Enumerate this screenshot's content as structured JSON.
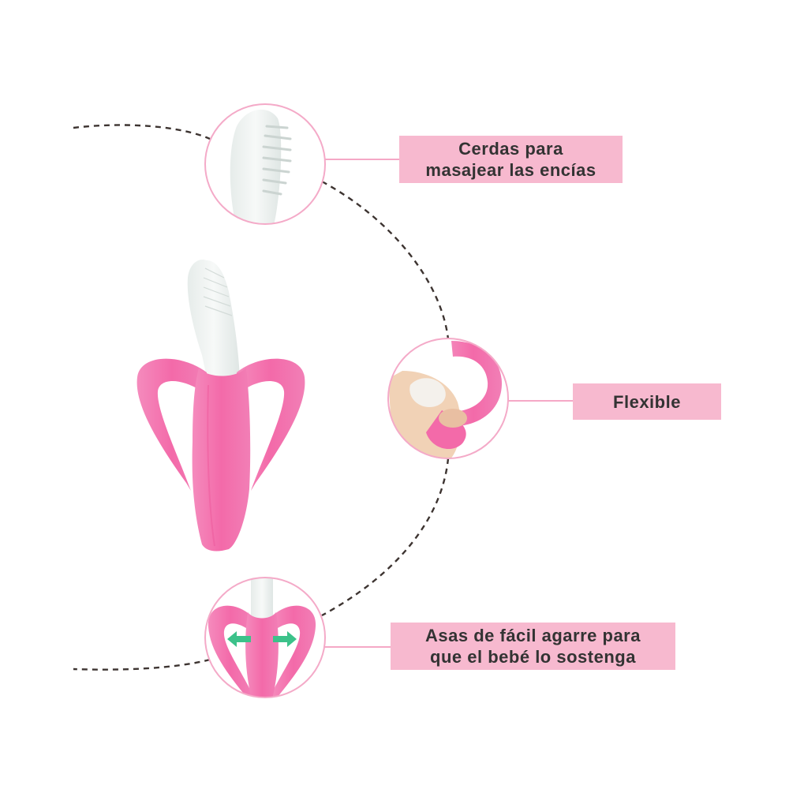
{
  "features": {
    "bristles": {
      "line1": "Cerdas para",
      "line2": "masajear las encías"
    },
    "flexible": {
      "line1": "Flexible"
    },
    "handles": {
      "line1": "Asas de fácil agarre para",
      "line2": "que el bebé lo sostenga"
    }
  },
  "colors": {
    "label_background": "#f7b9cf",
    "connector_line": "#f28cb4",
    "product_pink": "#f471ad",
    "bristle_white": "#eef2f1",
    "dashed_arc": "#3d3431",
    "arrow_green": "#3cc28a"
  },
  "icons": [
    "teething-brush",
    "bristles-detail",
    "flexible-bend-detail",
    "handles-detail",
    "grip-arrows-icon"
  ]
}
